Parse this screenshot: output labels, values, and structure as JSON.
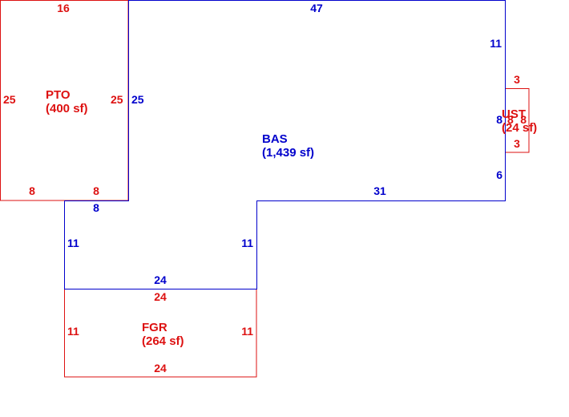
{
  "colors": {
    "main": "#0000cc",
    "addition": "#dd1111"
  },
  "areas": {
    "pto": {
      "name": "PTO",
      "size": "(400 sf)"
    },
    "bas": {
      "name": "BAS",
      "size": "(1,439 sf)"
    },
    "ust": {
      "name": "UST",
      "size": "(24 sf)"
    },
    "fgr": {
      "name": "FGR",
      "size": "(264 sf)"
    }
  },
  "dimensions": {
    "pto_top": "16",
    "pto_left": "25",
    "pto_right": "25",
    "pto_bottom_left": "8",
    "pto_bottom_right": "8",
    "bas_top": "47",
    "bas_left": "25",
    "bas_right_upper": "11",
    "bas_right_middle": "8",
    "bas_right_lower": "6",
    "bas_bottom_right": "31",
    "bas_step_top": "8",
    "bas_left_lower": "11",
    "bas_inner_right": "11",
    "bas_bottom": "24",
    "ust_top": "3",
    "ust_left": "8",
    "ust_right": "8",
    "ust_bottom": "3",
    "fgr_top": "24",
    "fgr_left": "11",
    "fgr_right": "11",
    "fgr_bottom": "24"
  }
}
